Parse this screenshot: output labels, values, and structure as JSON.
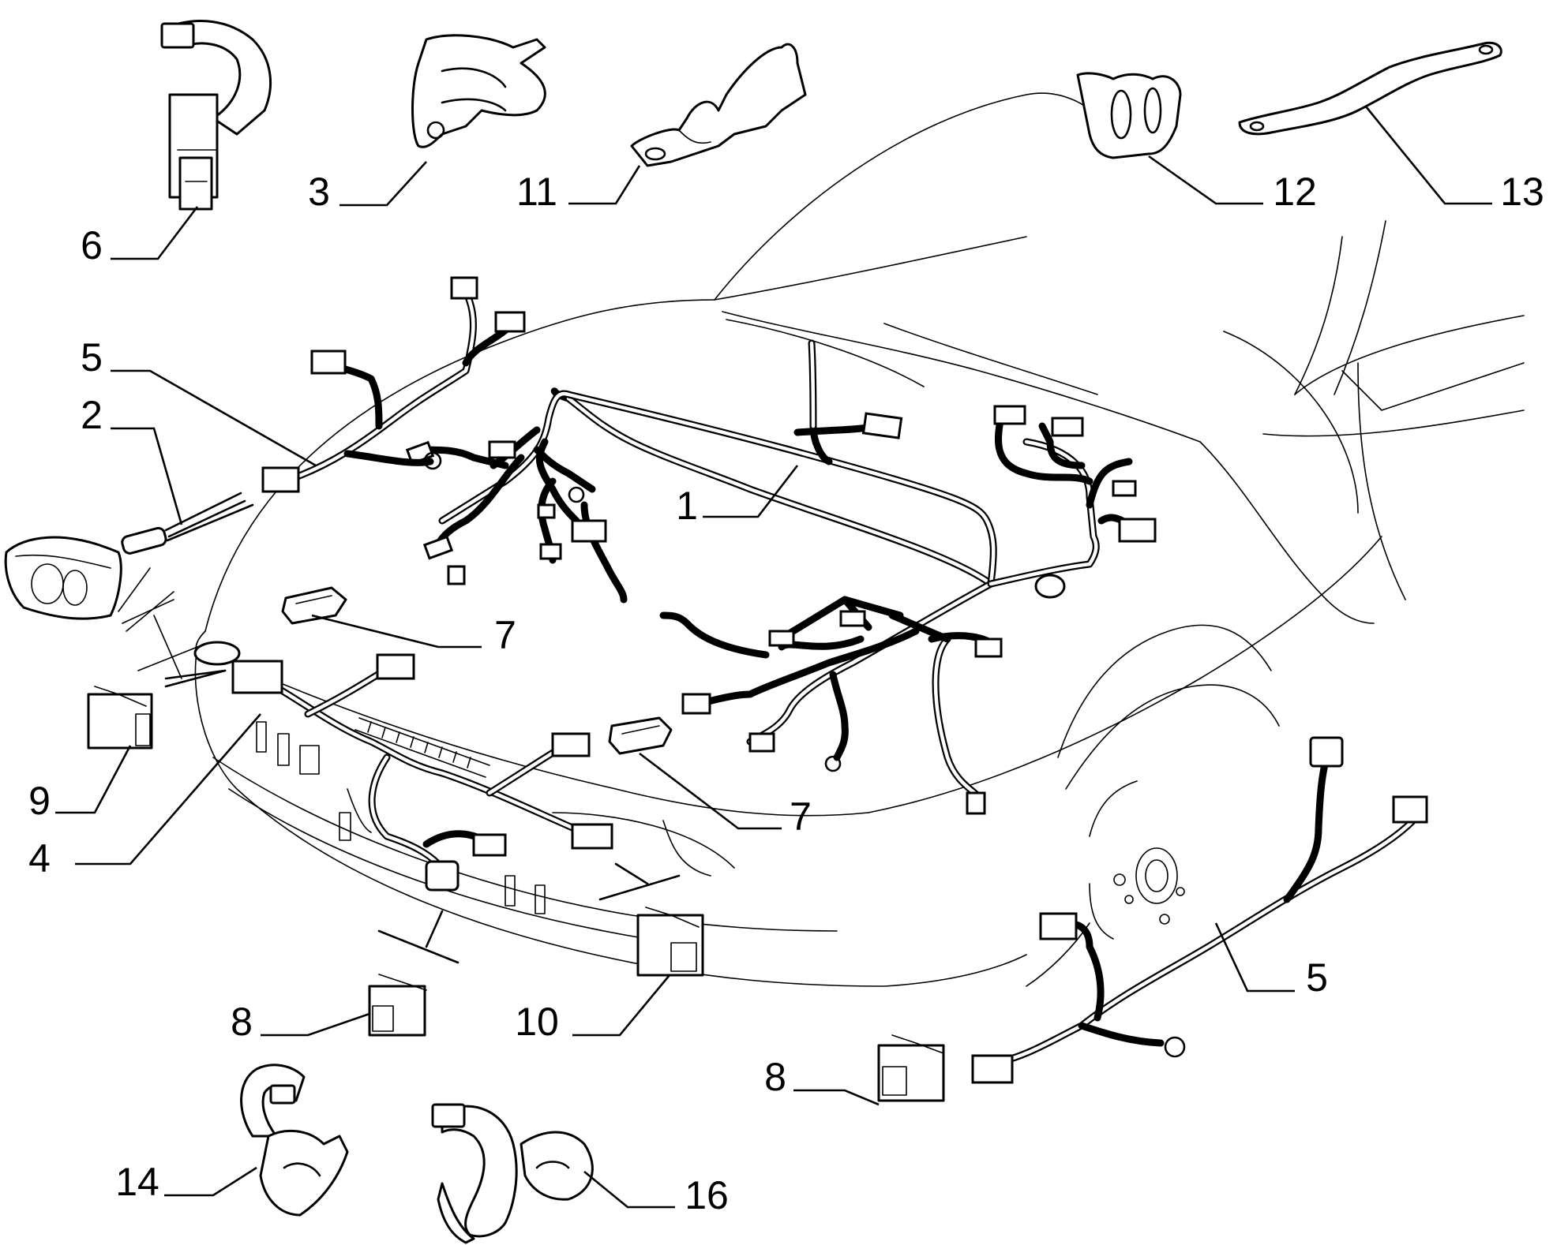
{
  "diagram": {
    "callouts": [
      {
        "id": "c1",
        "label": "1"
      },
      {
        "id": "c2",
        "label": "2"
      },
      {
        "id": "c3",
        "label": "3"
      },
      {
        "id": "c4",
        "label": "4"
      },
      {
        "id": "c5a",
        "label": "5"
      },
      {
        "id": "c5b",
        "label": "5"
      },
      {
        "id": "c6",
        "label": "6"
      },
      {
        "id": "c7a",
        "label": "7"
      },
      {
        "id": "c7b",
        "label": "7"
      },
      {
        "id": "c8a",
        "label": "8"
      },
      {
        "id": "c8b",
        "label": "8"
      },
      {
        "id": "c9",
        "label": "9"
      },
      {
        "id": "c10",
        "label": "10"
      },
      {
        "id": "c11",
        "label": "11"
      },
      {
        "id": "c12",
        "label": "12"
      },
      {
        "id": "c13",
        "label": "13"
      },
      {
        "id": "c14",
        "label": "14"
      },
      {
        "id": "c16",
        "label": "16"
      }
    ]
  }
}
